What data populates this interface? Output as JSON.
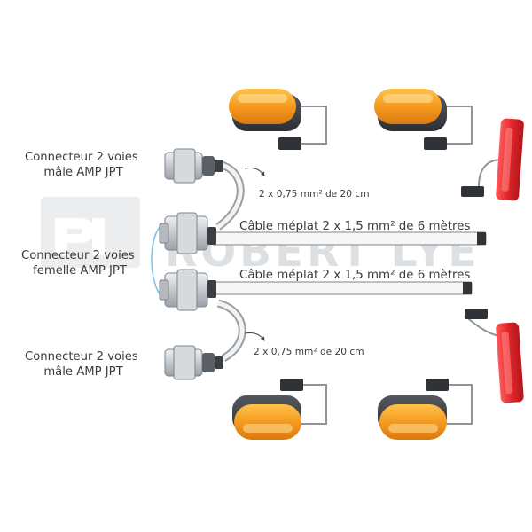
{
  "labels": {
    "male_connector_top": [
      "Connecteur 2 voies",
      "mâle AMP JPT"
    ],
    "female_connector": [
      "Connecteur 2 voies",
      "femelle AMP JPT"
    ],
    "male_connector_bottom": [
      "Connecteur 2 voies",
      "mâle AMP JPT"
    ],
    "wire_top": "2 x 0,75 mm² de 20 cm",
    "wire_bottom": "2 x 0,75 mm² de 20 cm",
    "cable_top": "Câble méplat 2 x 1,5 mm² de 6 mètres",
    "cable_bottom": "Câble méplat 2 x 1,5 mm² de 6 mètres"
  },
  "watermark": {
    "text": "ROBERT LYE"
  },
  "colors": {
    "amber_lens": "#f29a1f",
    "red_lens": "#e0262b",
    "lamp_housing": "#3a3d42",
    "connector_grey": "#c4c9ce",
    "cable_white": "#f6f6f6",
    "cable_outline": "#9a9a9a",
    "accent_arc": "#7ec4e8"
  }
}
